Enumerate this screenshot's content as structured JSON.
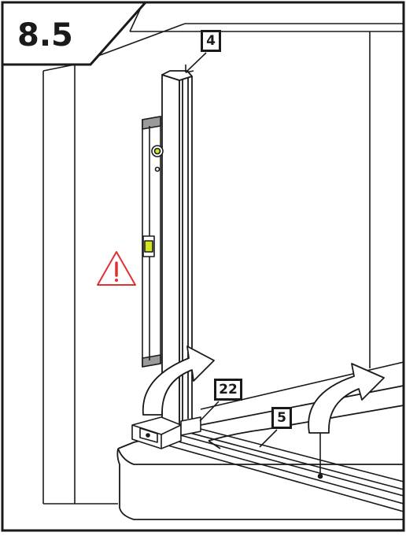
{
  "step": {
    "number": "8.5"
  },
  "callouts": {
    "upright_profile": "4",
    "corner_connector": "22",
    "bottom_rail": "5"
  },
  "colors": {
    "line": "#1a1a1a",
    "warning": "#e03030",
    "bubble": "#d6e41c",
    "level_cap": "#9a9a9a"
  },
  "icons": {
    "warning": "warning-triangle-icon",
    "arrow": "curved-arrow-icon"
  }
}
